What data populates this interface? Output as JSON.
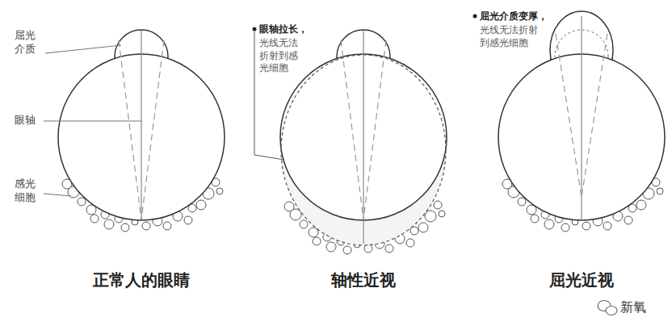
{
  "diagram": {
    "labels": [
      "屈光介质",
      "眼轴",
      "感光细胞",
      "眼轴拉长，",
      "光线无法折射到感光细胞",
      "屈光介质变厚，",
      "光线无法折射到感光细胞",
      "正常人的眼睛",
      "轴性近视",
      "屈光近视",
      "新氧"
    ]
  }
}
